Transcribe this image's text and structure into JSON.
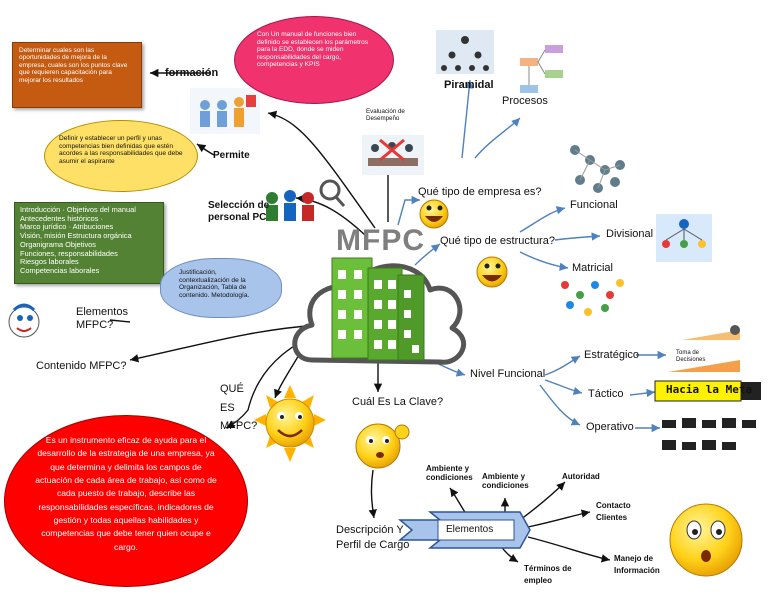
{
  "title": "MFPC",
  "branches": {
    "formacion": "formación",
    "permite": "Permite",
    "seleccion": "Selección de personal PC",
    "evaluacion": "Evaluación de Desempeño",
    "piramidal": "Piramidal",
    "procesos": "Procesos",
    "que_tipo_empresa": "Qué tipo de empresa es?",
    "que_tipo_estructura": "Qué tipo de estructura?",
    "funcional": "Funcional",
    "divisional": "Divisional",
    "matricial": "Matricial",
    "nivel_funcional": "Nivel Funcional",
    "estrategico": "Estratégico",
    "toma_decisiones": "Toma de Decisiones",
    "tactico": "Táctico",
    "hacia_la_meta": "Hacia la Meta",
    "operativo": "Operativo",
    "elementos_mfpc": "Elementos MFPC?",
    "contenido_mfpc": "Contenido MFPC?",
    "que_es_mfpc": "QUÉ ES MFPC?",
    "cual_es_la_clave": "Cuál Es La Clave?",
    "descripcion_perfil": "Descripción Y Perfil de Cargo",
    "elementos": "Elementos",
    "ambiente_condiciones_1": "Ambiente y condiciones",
    "ambiente_condiciones_2": "Ambiente y condiciones",
    "autoridad": "Autoridad",
    "contacto_clientes": "Contacto Clientes",
    "manejo_informacion": "Manejo de Información",
    "terminos_empleo": "Términos de empleo"
  },
  "notes": {
    "orange": "Determinar cuales son las oportunidades de mejora de la empresa, cuales son los puntos clave que requieren capacitación para mejorar los resultados",
    "yellow": "Definir y establecer un perfil y unas competencias bien definidas que estén acordes a las responsabilidades que debe asumir el aspirante",
    "pink": "Con Un manual de funciones bien definido se establecen los parámetros para la EDD, donde se miden responsabilidades del cargo, competencias y KPIS",
    "green_lines": [
      "Introducción · Objetivos del manual",
      "Antecedentes históricos ·",
      "Marco jurídico · Atribuciones",
      "Visión, misión Estructura orgánica",
      "Organigrama Objetivos",
      "Funciones, responsabilidades",
      "Riesgos laborales",
      "Competencias laborales"
    ],
    "blue_cloud": "Justificación, contextualización de la Organización, Tabla de contenido. Metodología.",
    "red": "Es un instrumento eficaz de ayuda para el desarrollo de la estrategia de una empresa, ya que determina y delimita los campos de actuación de cada área de trabajo, así como de cada puesto de trabajo, describe las responsabilidades específicas, indicadores de gestión y todas aquellas habilidades y competencias que debe tener quien ocupe e cargo."
  },
  "colors": {
    "accent_blue": "#4f81bd",
    "line_black": "#111111",
    "building_green": "#6bbf3a",
    "note_orange": "#c55a11",
    "note_green": "#548235",
    "bubble_red": "#ff0000",
    "bubble_pink": "#f0326e",
    "bubble_yellow": "#ffe066"
  }
}
